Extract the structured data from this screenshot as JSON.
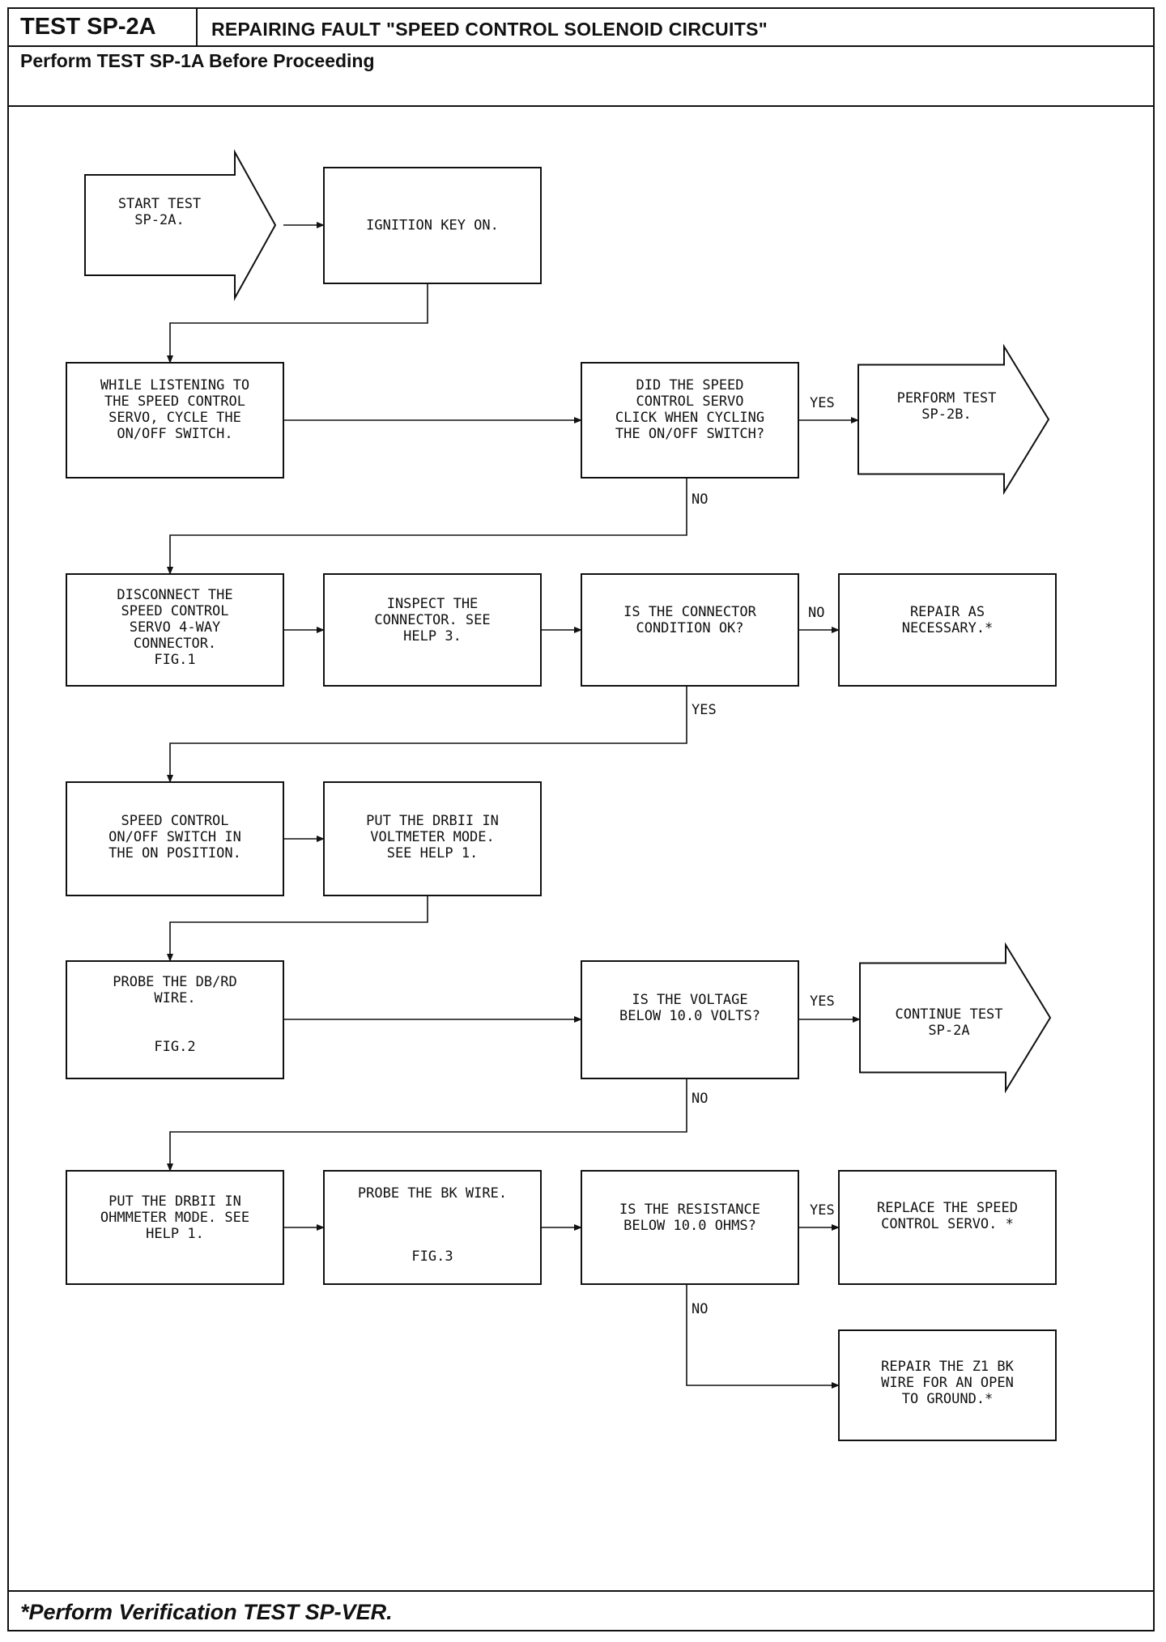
{
  "header": {
    "test_id": "TEST SP-2A",
    "title": "REPAIRING FAULT \"SPEED CONTROL SOLENOID CIRCUITS\"",
    "prerequisite": "Perform TEST SP-1A Before Proceeding"
  },
  "footer": {
    "note": "*Perform Verification TEST SP-VER."
  },
  "flow": {
    "start": [
      "START TEST",
      "SP-2A."
    ],
    "ignition": [
      "IGNITION KEY ON."
    ],
    "listen": [
      "WHILE LISTENING TO",
      "THE SPEED CONTROL",
      "SERVO, CYCLE THE",
      "ON/OFF SWITCH."
    ],
    "q_click": [
      "DID THE SPEED",
      "CONTROL SERVO",
      "CLICK WHEN CYCLING",
      "THE ON/OFF SWITCH?"
    ],
    "perform_2b": [
      "PERFORM TEST",
      "SP-2B."
    ],
    "disconnect": [
      "DISCONNECT THE",
      "SPEED CONTROL",
      "SERVO 4-WAY",
      "CONNECTOR.",
      "FIG.1"
    ],
    "inspect": [
      "INSPECT THE",
      "CONNECTOR. SEE",
      "HELP 3."
    ],
    "q_connector": [
      "IS THE CONNECTOR",
      "CONDITION OK?"
    ],
    "repair": [
      "REPAIR AS",
      "NECESSARY.*"
    ],
    "switch_on": [
      "SPEED CONTROL",
      "ON/OFF SWITCH IN",
      "THE ON POSITION."
    ],
    "voltmeter": [
      "PUT THE DRBII IN",
      "VOLTMETER MODE.",
      "SEE HELP 1."
    ],
    "probe_dbrd": [
      "PROBE THE DB/RD",
      "WIRE."
    ],
    "fig2": "FIG.2",
    "q_voltage": [
      "IS THE VOLTAGE",
      "BELOW 10.0 VOLTS?"
    ],
    "continue_2a": [
      "CONTINUE TEST",
      "SP-2A"
    ],
    "ohmmeter": [
      "PUT THE DRBII IN",
      "OHMMETER MODE. SEE",
      "HELP 1."
    ],
    "probe_bk": [
      "PROBE THE BK WIRE."
    ],
    "fig3": "FIG.3",
    "q_resistance": [
      "IS THE RESISTANCE",
      "BELOW 10.0 OHMS?"
    ],
    "replace_servo": [
      "REPLACE THE SPEED",
      "CONTROL SERVO. *"
    ],
    "repair_z1": [
      "REPAIR THE Z1 BK",
      "WIRE FOR AN OPEN",
      "TO GROUND.*"
    ],
    "labels": {
      "yes": "YES",
      "no": "NO"
    }
  }
}
